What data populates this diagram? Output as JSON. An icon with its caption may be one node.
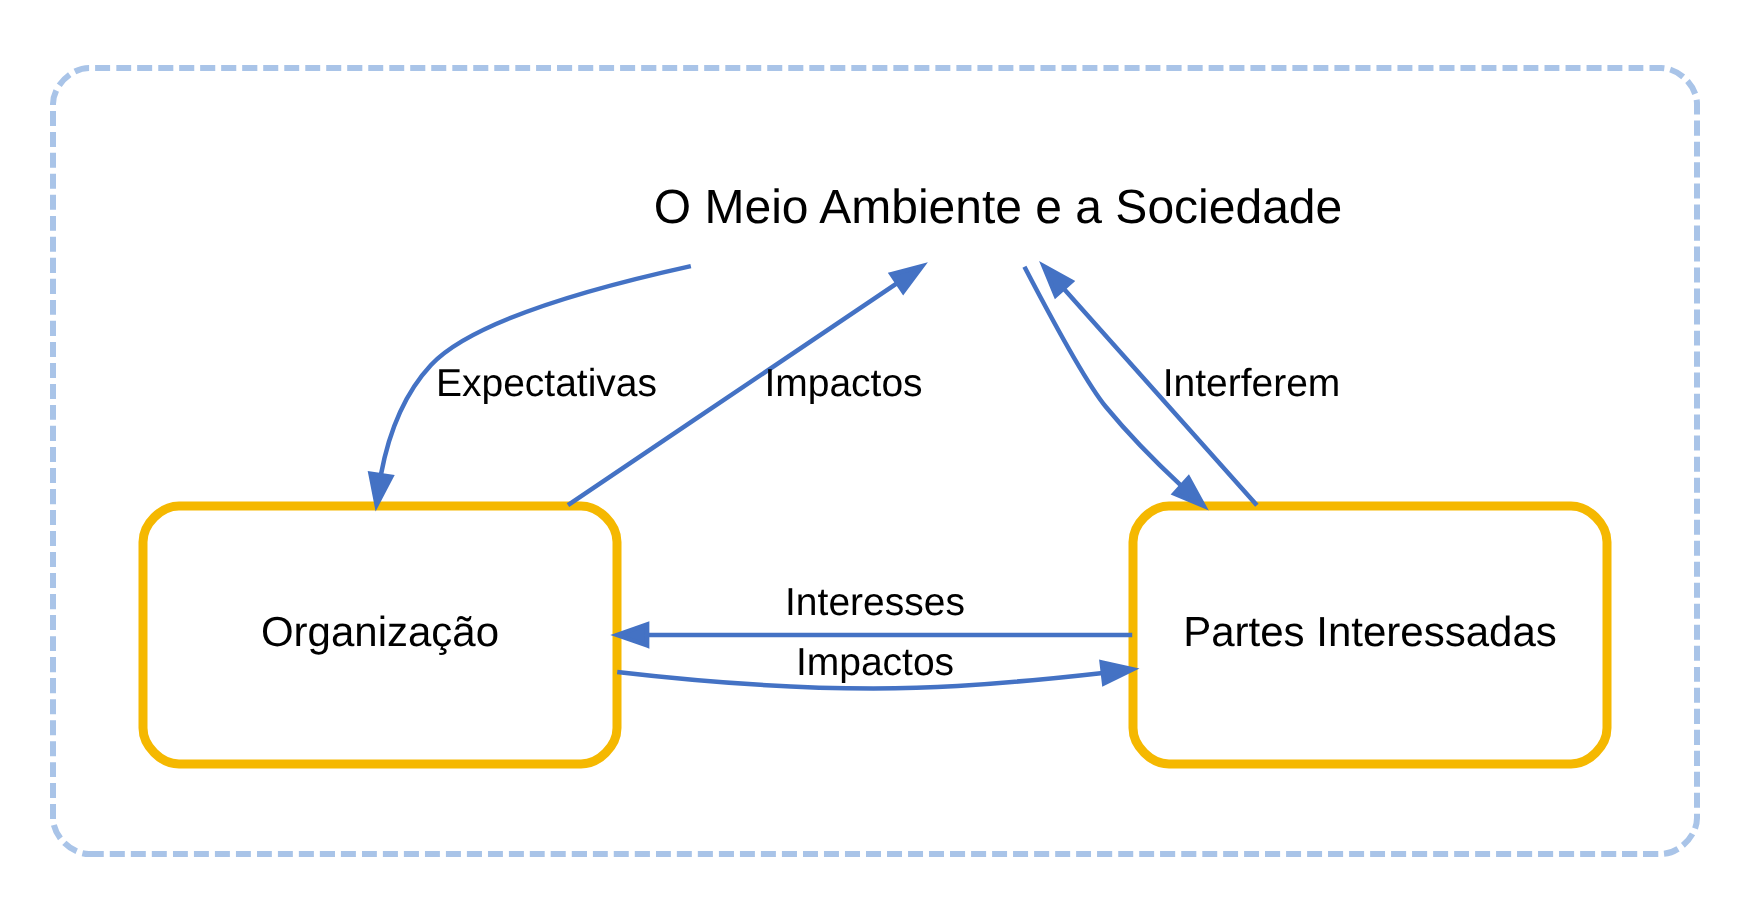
{
  "diagram": {
    "nodes": [
      {
        "text": [],
        "shape": "box"
      },
      {
        "text": [
          "O Meio Ambiente e a Sociedade"
        ],
        "in": 0
      },
      {
        "text": [
          "Organização"
        ],
        "in": 0
      },
      {
        "text": [
          "Partes Interessadas"
        ],
        "in": 0
      }
    ],
    "edges": [
      {
        "from": 2,
        "to": 1,
        "arrow": "to",
        "label": "Impactos"
      },
      {
        "from": 1,
        "to": 2,
        "arrow": "to",
        "label": "Expectativas"
      },
      {
        "from": 1,
        "to": 3,
        "arrow": "to"
      },
      {
        "from": 3,
        "to": 1,
        "arrow": "to",
        "label": "Interferem"
      },
      {
        "from": 2,
        "to": 3,
        "arrow": "to",
        "label": "Impactos"
      },
      {
        "from": 3,
        "to": 2,
        "arrow": "to",
        "label": "Interesses"
      }
    ]
  }
}
